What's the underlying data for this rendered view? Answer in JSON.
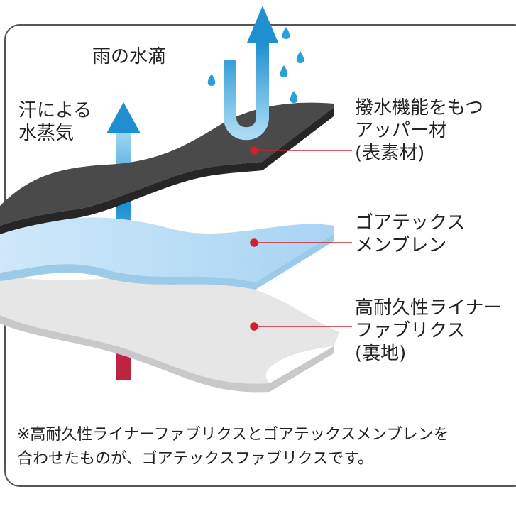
{
  "labels": {
    "rain": "雨の水滴",
    "sweat_line1": "汗による",
    "sweat_line2": "水蒸気",
    "upper_line1": "撥水機能をもつ",
    "upper_line2": "アッパー材",
    "upper_line3": "(表素材)",
    "membrane_line1": "ゴアテックス",
    "membrane_line2": "メンブレン",
    "liner_line1": "高耐久性ライナー",
    "liner_line2": "ファブリクス",
    "liner_line3": "(裏地)"
  },
  "footnote": {
    "line1": "※高耐久性ライナーファブリクスとゴアテックスメンブレンを",
    "line2": "合わせたものが、ゴアテックスファブリクスです。"
  },
  "colors": {
    "upper_layer": "#4a4a4a",
    "membrane_layer": "#bfe0f7",
    "liner_layer": "#e4e4e4",
    "arrow_blue": "#2a9fd8",
    "vapor_red": "#c8174a",
    "leader_red": "#d0202f",
    "raindrop": "#2a9fd8"
  },
  "icons": {
    "rain_arrow": "u-turn-arrow-icon",
    "vapor_arrow": "up-arrow-icon",
    "drops": "raindrop-icon"
  }
}
